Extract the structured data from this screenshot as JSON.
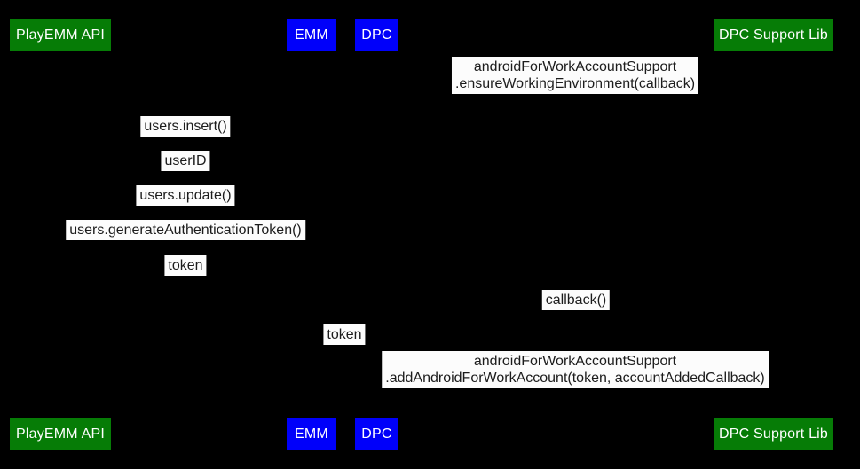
{
  "diagram": {
    "type": "sequence-diagram",
    "background": "#000000",
    "palette": {
      "green_actor": "#067c06",
      "blue_actor": "#0000fa",
      "actor_text": "#ffffff",
      "label_bg": "#fcfcfc",
      "label_text": "#1c1c1c"
    }
  },
  "actors": [
    {
      "id": "playemm-api",
      "label": "PlayEMM API",
      "color": "#067c06"
    },
    {
      "id": "emm",
      "label": "EMM",
      "color": "#0000fa"
    },
    {
      "id": "dpc",
      "label": "DPC",
      "color": "#0000fa"
    },
    {
      "id": "dpc-support-lib",
      "label": "DPC Support Lib",
      "color": "#067c06"
    }
  ],
  "messages": [
    {
      "between": [
        "dpc",
        "dpc-support-lib"
      ],
      "lines": [
        "androidForWorkAccountSupport",
        ".ensureWorkingEnvironment(callback)"
      ]
    },
    {
      "between": [
        "playemm-api",
        "emm"
      ],
      "lines": [
        "users.insert()"
      ]
    },
    {
      "between": [
        "playemm-api",
        "emm"
      ],
      "lines": [
        "userID"
      ]
    },
    {
      "between": [
        "playemm-api",
        "emm"
      ],
      "lines": [
        "users.update()"
      ]
    },
    {
      "between": [
        "playemm-api",
        "emm"
      ],
      "lines": [
        "users.generateAuthenticationToken()"
      ]
    },
    {
      "between": [
        "playemm-api",
        "emm"
      ],
      "lines": [
        "token"
      ]
    },
    {
      "between": [
        "dpc",
        "dpc-support-lib"
      ],
      "lines": [
        "callback()"
      ]
    },
    {
      "between": [
        "emm",
        "dpc"
      ],
      "lines": [
        "token"
      ]
    },
    {
      "between": [
        "dpc",
        "dpc-support-lib"
      ],
      "lines": [
        "androidForWorkAccountSupport",
        ".addAndroidForWorkAccount(token, accountAddedCallback)"
      ]
    }
  ]
}
